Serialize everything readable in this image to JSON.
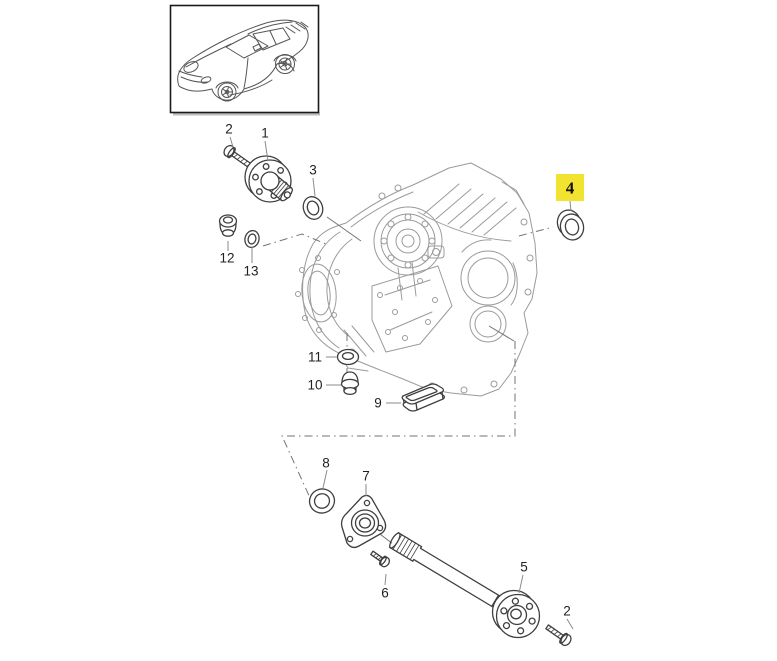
{
  "colors": {
    "highlight_box": "#f2e331",
    "part_outline": "#3f3f3f",
    "housing_outline": "#9b9b9b",
    "label_text": "#1f1f1f"
  },
  "callouts": [
    {
      "label": "2",
      "highlighted": false
    },
    {
      "label": "1",
      "highlighted": false
    },
    {
      "label": "3",
      "highlighted": false
    },
    {
      "label": "12",
      "highlighted": false
    },
    {
      "label": "13",
      "highlighted": false
    },
    {
      "label": "4",
      "highlighted": true
    },
    {
      "label": "11",
      "highlighted": false
    },
    {
      "label": "10",
      "highlighted": false
    },
    {
      "label": "9",
      "highlighted": false
    },
    {
      "label": "8",
      "highlighted": false
    },
    {
      "label": "7",
      "highlighted": false
    },
    {
      "label": "6",
      "highlighted": false
    },
    {
      "label": "5",
      "highlighted": false
    },
    {
      "label": "2",
      "highlighted": false
    }
  ]
}
